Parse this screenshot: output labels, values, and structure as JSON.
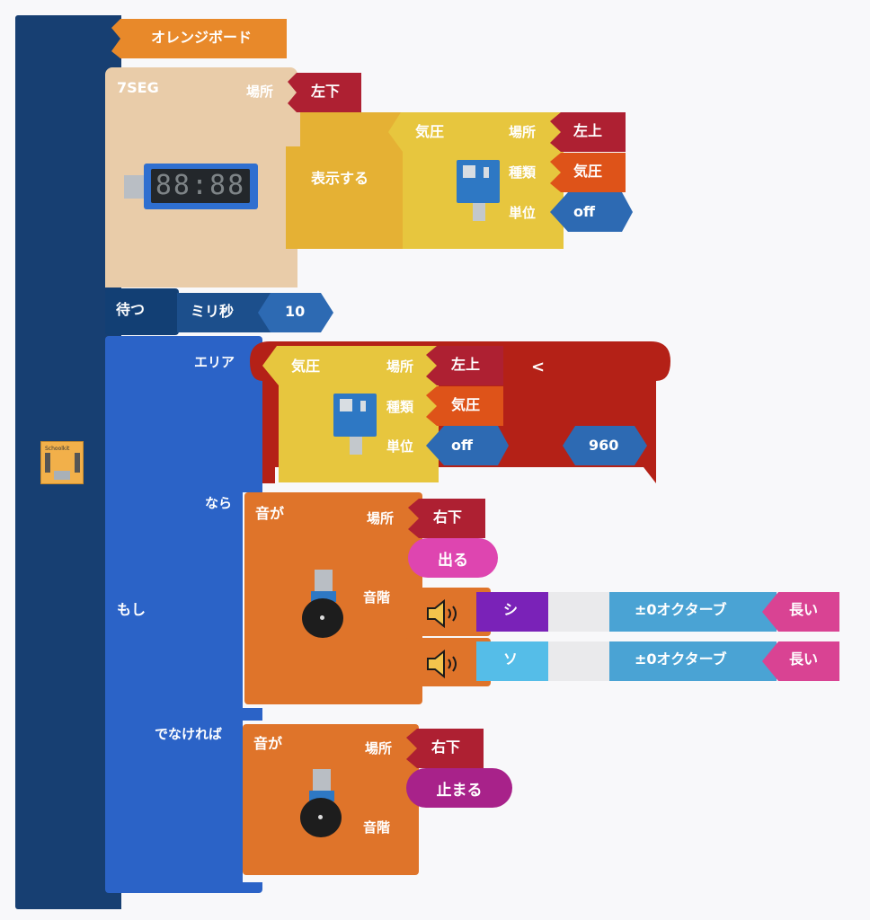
{
  "main_block": {
    "label": "オレンジボード",
    "device_caption": "Schoolkit"
  },
  "seg_block": {
    "title": "7SEG",
    "place_label": "場所",
    "place_value": "左下",
    "digits": "88:88",
    "action_label": "表示する",
    "sensor": {
      "title": "気圧",
      "place_label": "場所",
      "place_value": "左上",
      "type_label": "種類",
      "type_value": "気圧",
      "unit_label": "単位",
      "unit_value": "off"
    }
  },
  "wait_block": {
    "label": "待つ",
    "unit": "ミリ秒",
    "value": "10"
  },
  "if_block": {
    "if_label": "もし",
    "area_label": "エリア",
    "then_label": "なら",
    "else_label": "でなければ",
    "compare": {
      "operator": "<",
      "right_value": "960",
      "sensor": {
        "title": "気圧",
        "place_label": "場所",
        "place_value": "左上",
        "type_label": "種類",
        "type_value": "気圧",
        "unit_label": "単位",
        "unit_value": "off"
      }
    },
    "sound_then": {
      "title": "音が",
      "place_label": "場所",
      "place_value": "右下",
      "action": "出る",
      "scale_label": "音階",
      "notes": [
        {
          "note": "シ",
          "octave": "±0オクターブ",
          "length": "長い"
        },
        {
          "note": "ソ",
          "octave": "±0オクターブ",
          "length": "長い"
        }
      ]
    },
    "sound_else": {
      "title": "音が",
      "place_label": "場所",
      "place_value": "右下",
      "action": "止まる",
      "scale_label": "音階"
    }
  },
  "colors": {
    "main": "#173f72",
    "orange_hdr": "#e8892a",
    "seg": "#e9cca9",
    "display": "#e5b134",
    "sensor": "#e7c63e",
    "place": "#ae2032",
    "type": "#de5319",
    "unit": "#2d6ab3",
    "wait": "#123f74",
    "if": "#2b63c7",
    "compare": "#b42117",
    "sound": "#df742a",
    "action_on": "#de45b0",
    "action_off": "#a8228a",
    "note_si": "#7a22b8",
    "note_so": "#55bde8",
    "octave": "#4aa3d4",
    "length": "#d94393"
  }
}
